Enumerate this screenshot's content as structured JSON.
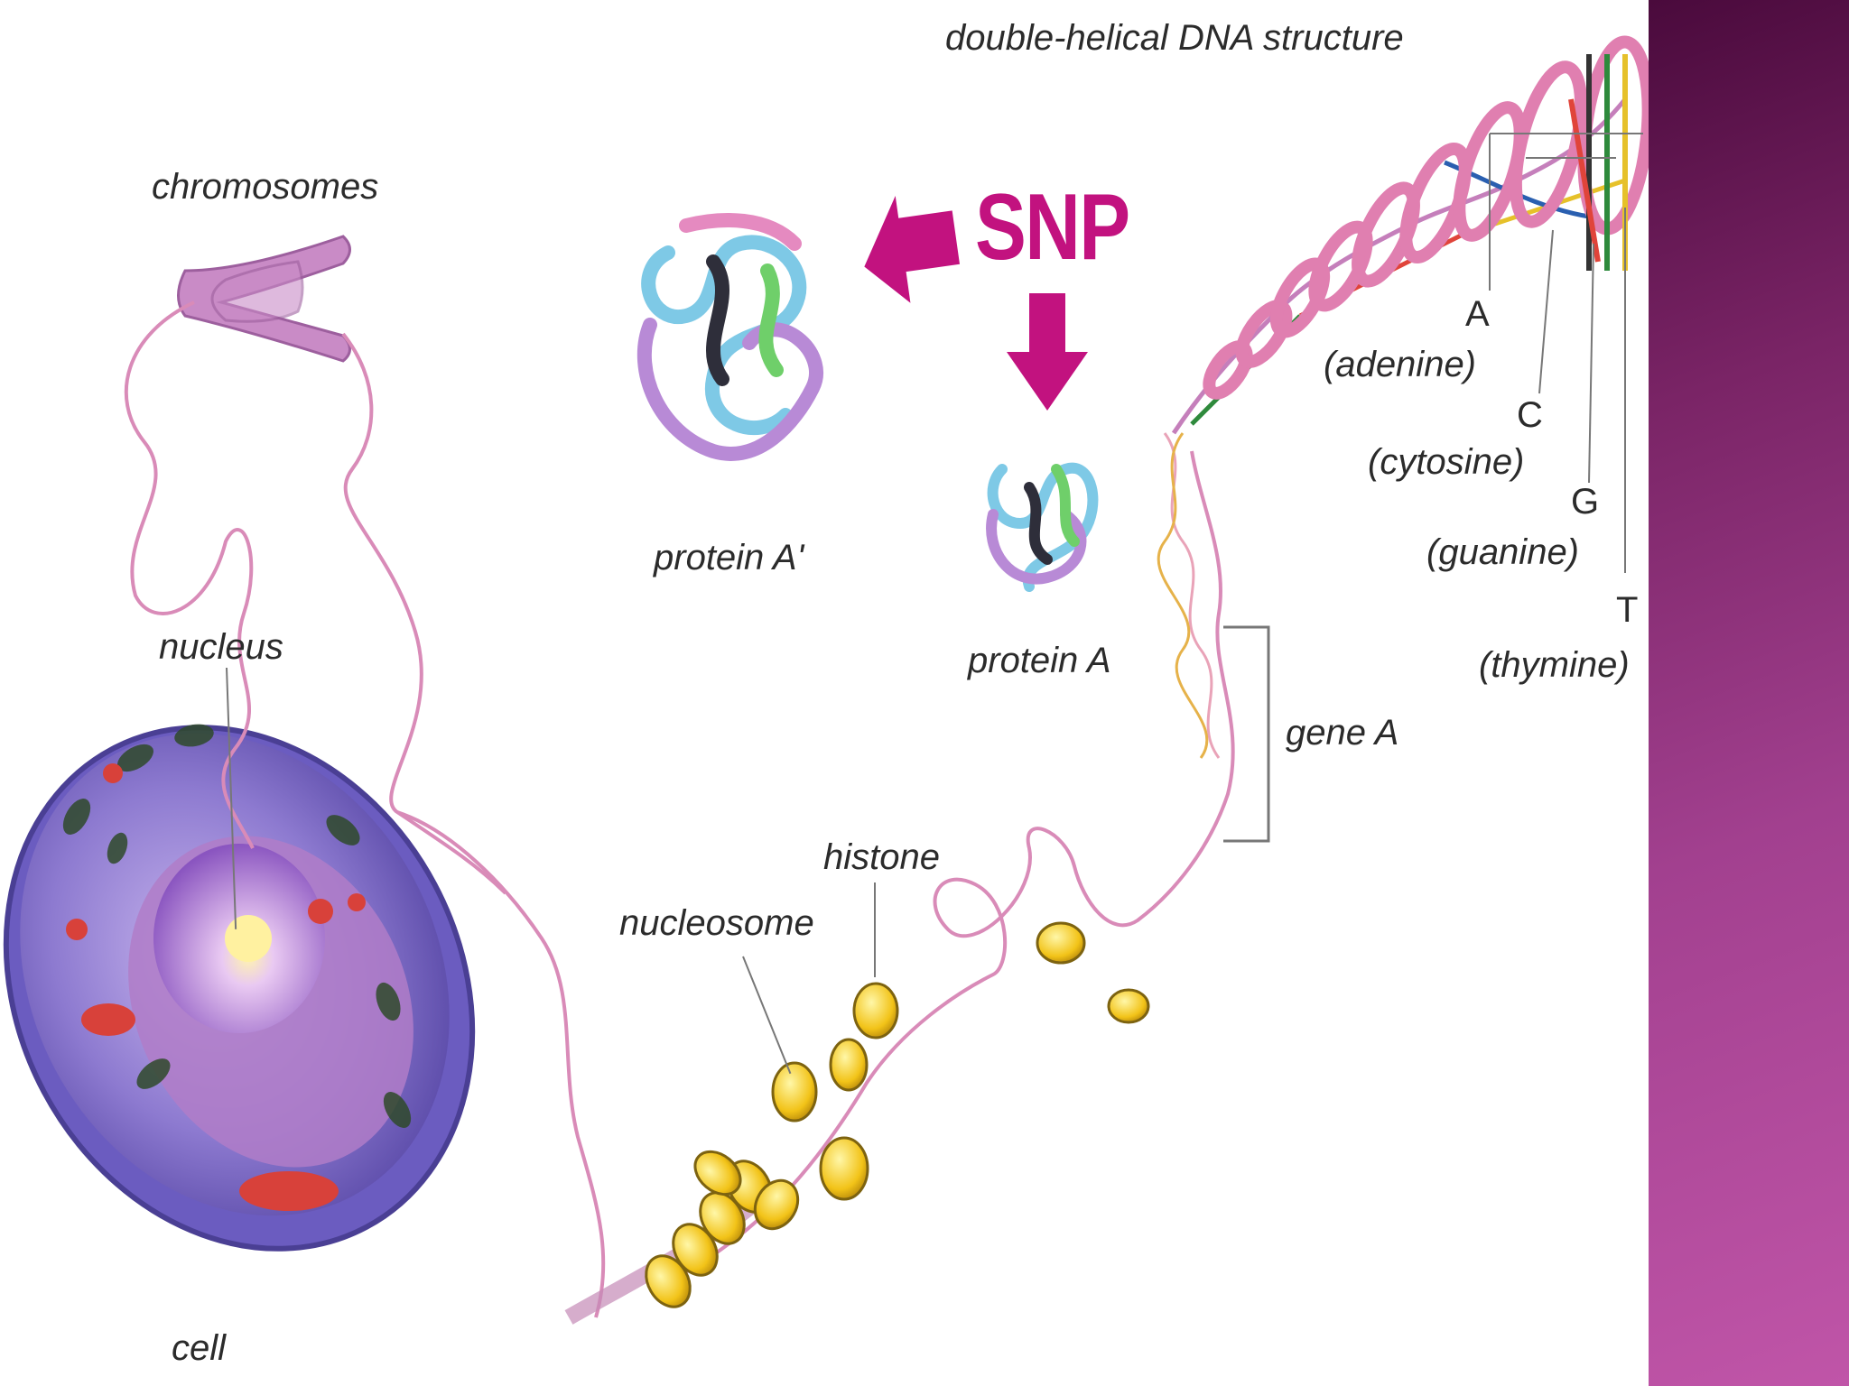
{
  "labels": {
    "double_helix": "double-helical DNA structure",
    "chromosomes": "chromosomes",
    "snp": "SNP",
    "protein_a_prime": "protein A'",
    "protein_a": "protein A",
    "nucleus": "nucleus",
    "histone": "histone",
    "nucleosome": "nucleosome",
    "gene_a": "gene A",
    "cell": "cell"
  },
  "bases": [
    {
      "letter": "A",
      "name": "(adenine)"
    },
    {
      "letter": "C",
      "name": "(cytosine)"
    },
    {
      "letter": "G",
      "name": "(guanine)"
    },
    {
      "letter": "T",
      "name": "(thymine)"
    }
  ],
  "colors": {
    "snp_accent": "#c2127f",
    "dna_strand": "#d98bb8",
    "histone": "#f2c318",
    "cell_membrane": "#9a88d6",
    "side_panel": "#a2408f"
  }
}
